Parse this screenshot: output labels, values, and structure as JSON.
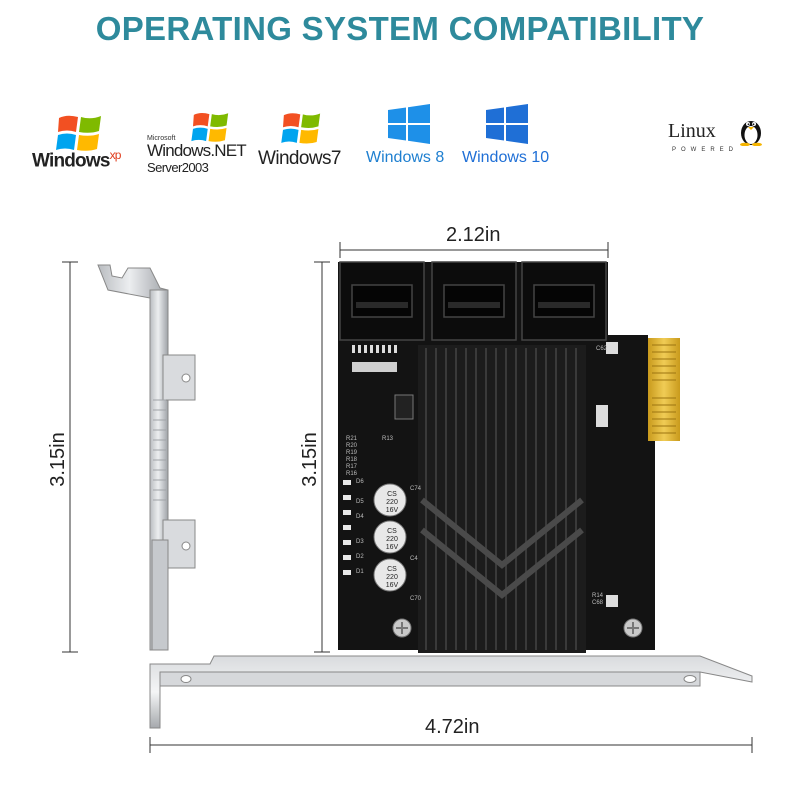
{
  "header": {
    "title": "OPERATING SYSTEM COMPATIBILITY"
  },
  "os_list": [
    {
      "name": "Windows",
      "suffix": "xp",
      "icon": "windows-xp-logo-icon"
    },
    {
      "small": "Microsoft",
      "name": "Windows.NET",
      "sub": "Server2003",
      "icon": "windows-server-2003-logo-icon"
    },
    {
      "name": "Windows",
      "suffix": "7",
      "icon": "windows-7-logo-icon"
    },
    {
      "name": "Windows 8",
      "icon": "windows-8-logo-icon"
    },
    {
      "name": "Windows 10",
      "icon": "windows-10-logo-icon"
    },
    {
      "name": "Linux",
      "sub": "POWERED",
      "icon": "linux-tux-logo-icon"
    }
  ],
  "dimensions": {
    "card_width": "2.12in",
    "card_height": "3.15in",
    "bracket_height": "3.15in",
    "bracket_length": "4.72in"
  },
  "pcb_labels": {
    "cap_text": [
      "CS",
      "220",
      "16V"
    ],
    "misc": [
      "R13",
      "R21",
      "R20",
      "R19",
      "R18",
      "R17",
      "R16",
      "C74",
      "C70",
      "C4",
      "R14",
      "C68",
      "C62",
      "D1",
      "D2",
      "D3",
      "D4",
      "D5",
      "D6"
    ]
  }
}
